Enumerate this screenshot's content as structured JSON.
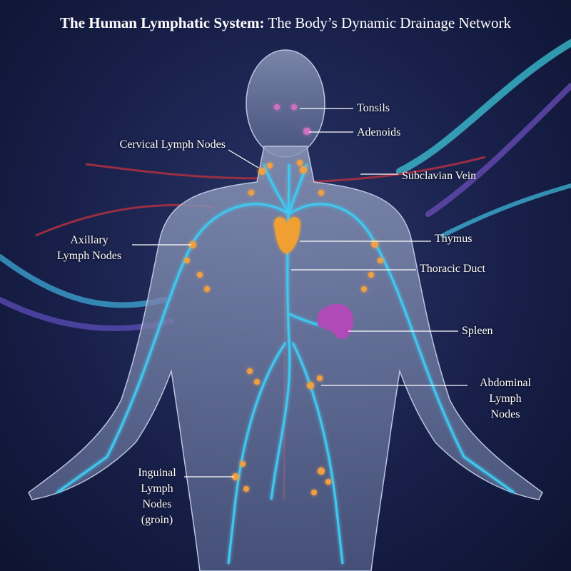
{
  "title": {
    "bold": "The Human Lymphatic System:",
    "rest": " The Body’s Dynamic Drainage Network"
  },
  "labels": {
    "tonsils": "Tonsils",
    "adenoids": "Adenoids",
    "cervical": "Cervical Lymph Nodes",
    "subclavian": "Subclavian Vein",
    "axillary": [
      "Axillary",
      "Lymph Nodes"
    ],
    "thymus": "Thymus",
    "thoracic": "Thoracic Duct",
    "spleen": "Spleen",
    "abdominal": [
      "Abdominal",
      "Lymph",
      "Nodes"
    ],
    "inguinal": [
      "Inguinal",
      "Lymph",
      "Nodes",
      "(groin)"
    ]
  },
  "colors": {
    "background": "#18204a",
    "lymph_vessel": "#3fc8f0",
    "node": "#f0a040",
    "spleen": "#b04ab8",
    "thymus": "#f0a030",
    "vein": "#b03040"
  }
}
